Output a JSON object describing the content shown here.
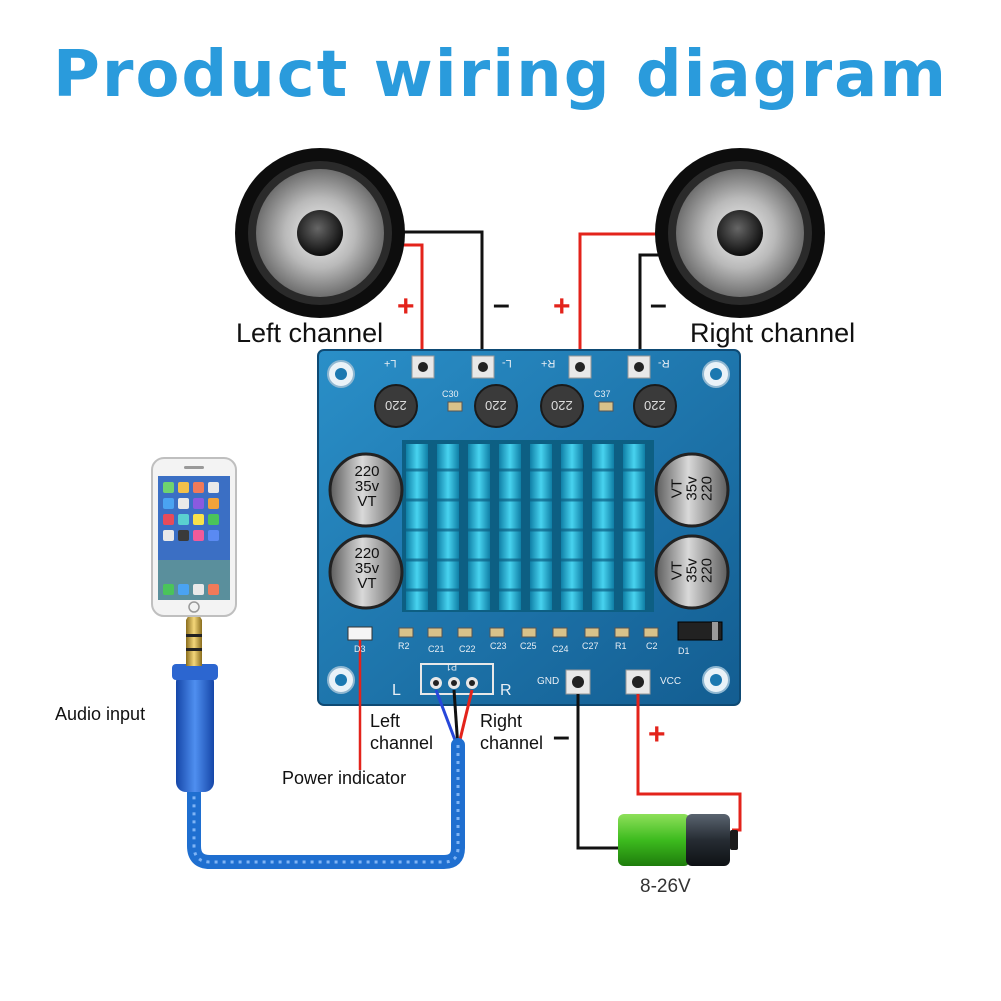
{
  "title": "Product wiring diagram",
  "speakers": {
    "left_label": "Left channel",
    "right_label": "Right channel",
    "plus": "+",
    "minus": "–"
  },
  "board": {
    "terminals": [
      "L+",
      "L-",
      "R+",
      "R-"
    ],
    "capacitor_value": "220",
    "capacitor_voltage": "35v",
    "capacitor_series": "VT",
    "inductor_value": "220",
    "component_labels": [
      "C30",
      "C37",
      "R2",
      "C21",
      "C22",
      "C23",
      "C25",
      "C24",
      "C27",
      "R1",
      "C2",
      "D1",
      "D3",
      "P1"
    ],
    "input_left": "L",
    "input_right": "R",
    "gnd_label": "GND",
    "vcc_label": "VCC"
  },
  "audio_input_label": "Audio input",
  "power_indicator_label": "Power indicator",
  "input_left_channel": "Left\nchannel",
  "input_right_channel": "Right\nchannel",
  "power": {
    "voltage": "8-26V",
    "plus": "+",
    "minus": "–"
  },
  "colors": {
    "title": "#2a9bdc",
    "pcb": "#1b78b0",
    "heatsink": "#1fb0d4",
    "wire_positive": "#e3231b",
    "wire_negative": "#111111",
    "cable": "#1f6fd0",
    "battery": "#3dbb1e"
  }
}
